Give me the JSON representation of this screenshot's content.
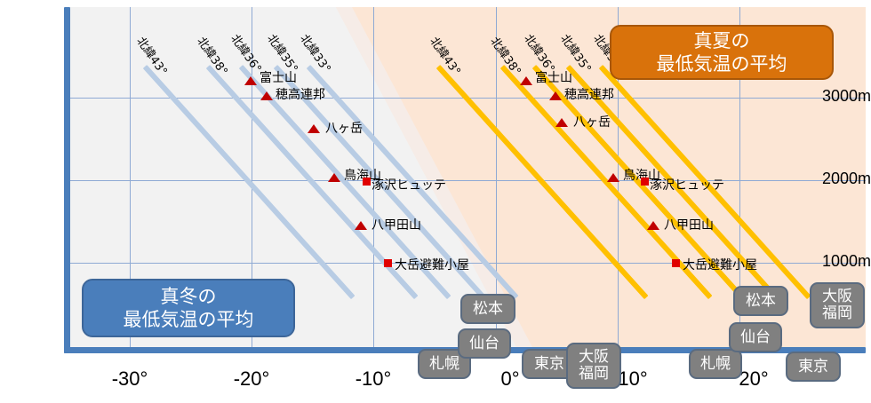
{
  "chart_data": {
    "type": "scatter",
    "title": "",
    "xlabel": "",
    "ylabel": "",
    "xlim": [
      -36,
      26
    ],
    "ylim": [
      320,
      3560
    ],
    "grid": true,
    "x_ticks": [
      "-30°",
      "-20°",
      "-10°",
      "0°",
      "10°",
      "20°"
    ],
    "x_tick_values": [
      -30,
      -20,
      -10,
      0,
      10,
      20
    ],
    "y_ticks": [
      "1000m",
      "2000m",
      "3000m"
    ],
    "y_tick_values": [
      1000,
      2000,
      3000
    ],
    "series": [
      {
        "name": "真冬の最低気温の平均",
        "color": "#b8cce4",
        "points": [
          {
            "label": "富士山",
            "x": -19.4,
            "y": 3280,
            "marker": "triangle"
          },
          {
            "label": "穂高連邦",
            "x": -18.1,
            "y": 3090,
            "marker": "triangle"
          },
          {
            "label": "八ヶ岳",
            "x": -14.2,
            "y": 2690,
            "marker": "triangle"
          },
          {
            "label": "鳥海山",
            "x": -12.6,
            "y": 2110,
            "marker": "triangle"
          },
          {
            "label": "涿沢ヒュッテ",
            "x": -9.9,
            "y": 2060,
            "marker": "square"
          },
          {
            "label": "八甲田山",
            "x": -10.4,
            "y": 1540,
            "marker": "triangle"
          },
          {
            "label": "大岳避難小屋",
            "x": -8.1,
            "y": 1070,
            "marker": "square"
          }
        ]
      },
      {
        "name": "真夏の最低気温の平均",
        "color": "#ffc000",
        "points": [
          {
            "label": "富士山",
            "x": 2.5,
            "y": 3280,
            "marker": "triangle"
          },
          {
            "label": "穂高連邦",
            "x": 4.9,
            "y": 3090,
            "marker": "triangle"
          },
          {
            "label": "八ヶ岳",
            "x": 5.4,
            "y": 2770,
            "marker": "triangle"
          },
          {
            "label": "鳥海山",
            "x": 9.6,
            "y": 2110,
            "marker": "triangle"
          },
          {
            "label": "涿沢ヒュッテ",
            "x": 11.1,
            "y": 2060,
            "marker": "square"
          },
          {
            "label": "八甲田山",
            "x": 13.6,
            "y": 1540,
            "marker": "triangle"
          },
          {
            "label": "大岳避難小屋",
            "x": 15.3,
            "y": 1070,
            "marker": "square"
          }
        ]
      }
    ],
    "latitude_lines": {
      "labels": [
        "北緯43°",
        "北緯38°",
        "北緯36°",
        "北緯35°",
        "北緯33°"
      ],
      "cold_color": "#b8cce4",
      "warm_color": "#ffc000"
    }
  },
  "callouts": {
    "winter": {
      "line1": "真冬の",
      "line2": "最低気温の平均",
      "color": "#4a7ebb"
    },
    "summer": {
      "line1": "真夏の",
      "line2": "最低気温の平均",
      "color": "#d9720b"
    }
  },
  "cities": {
    "winter": [
      {
        "name": "札幌",
        "lines": [
          "札幌"
        ]
      },
      {
        "name": "仙台",
        "lines": [
          "仙台"
        ]
      },
      {
        "name": "松本",
        "lines": [
          "松本"
        ]
      },
      {
        "name": "東京",
        "lines": [
          "東京"
        ]
      },
      {
        "name": "大阪福岡",
        "lines": [
          "大阪",
          "福岡"
        ]
      }
    ],
    "summer": [
      {
        "name": "札幌",
        "lines": [
          "札幌"
        ]
      },
      {
        "name": "仙台",
        "lines": [
          "仙台"
        ]
      },
      {
        "name": "松本",
        "lines": [
          "松本"
        ]
      },
      {
        "name": "東京",
        "lines": [
          "東京"
        ]
      },
      {
        "name": "大阪福岡",
        "lines": [
          "大阪",
          "福岡"
        ]
      }
    ]
  },
  "colors": {
    "axis": "#4a7ebb",
    "grid": "#8faad4",
    "plot_cold_bg": "#f2f2f2",
    "plot_warm_bg": "#fce6d5",
    "marker_red": "#c00000",
    "city_chip": "#808080"
  }
}
